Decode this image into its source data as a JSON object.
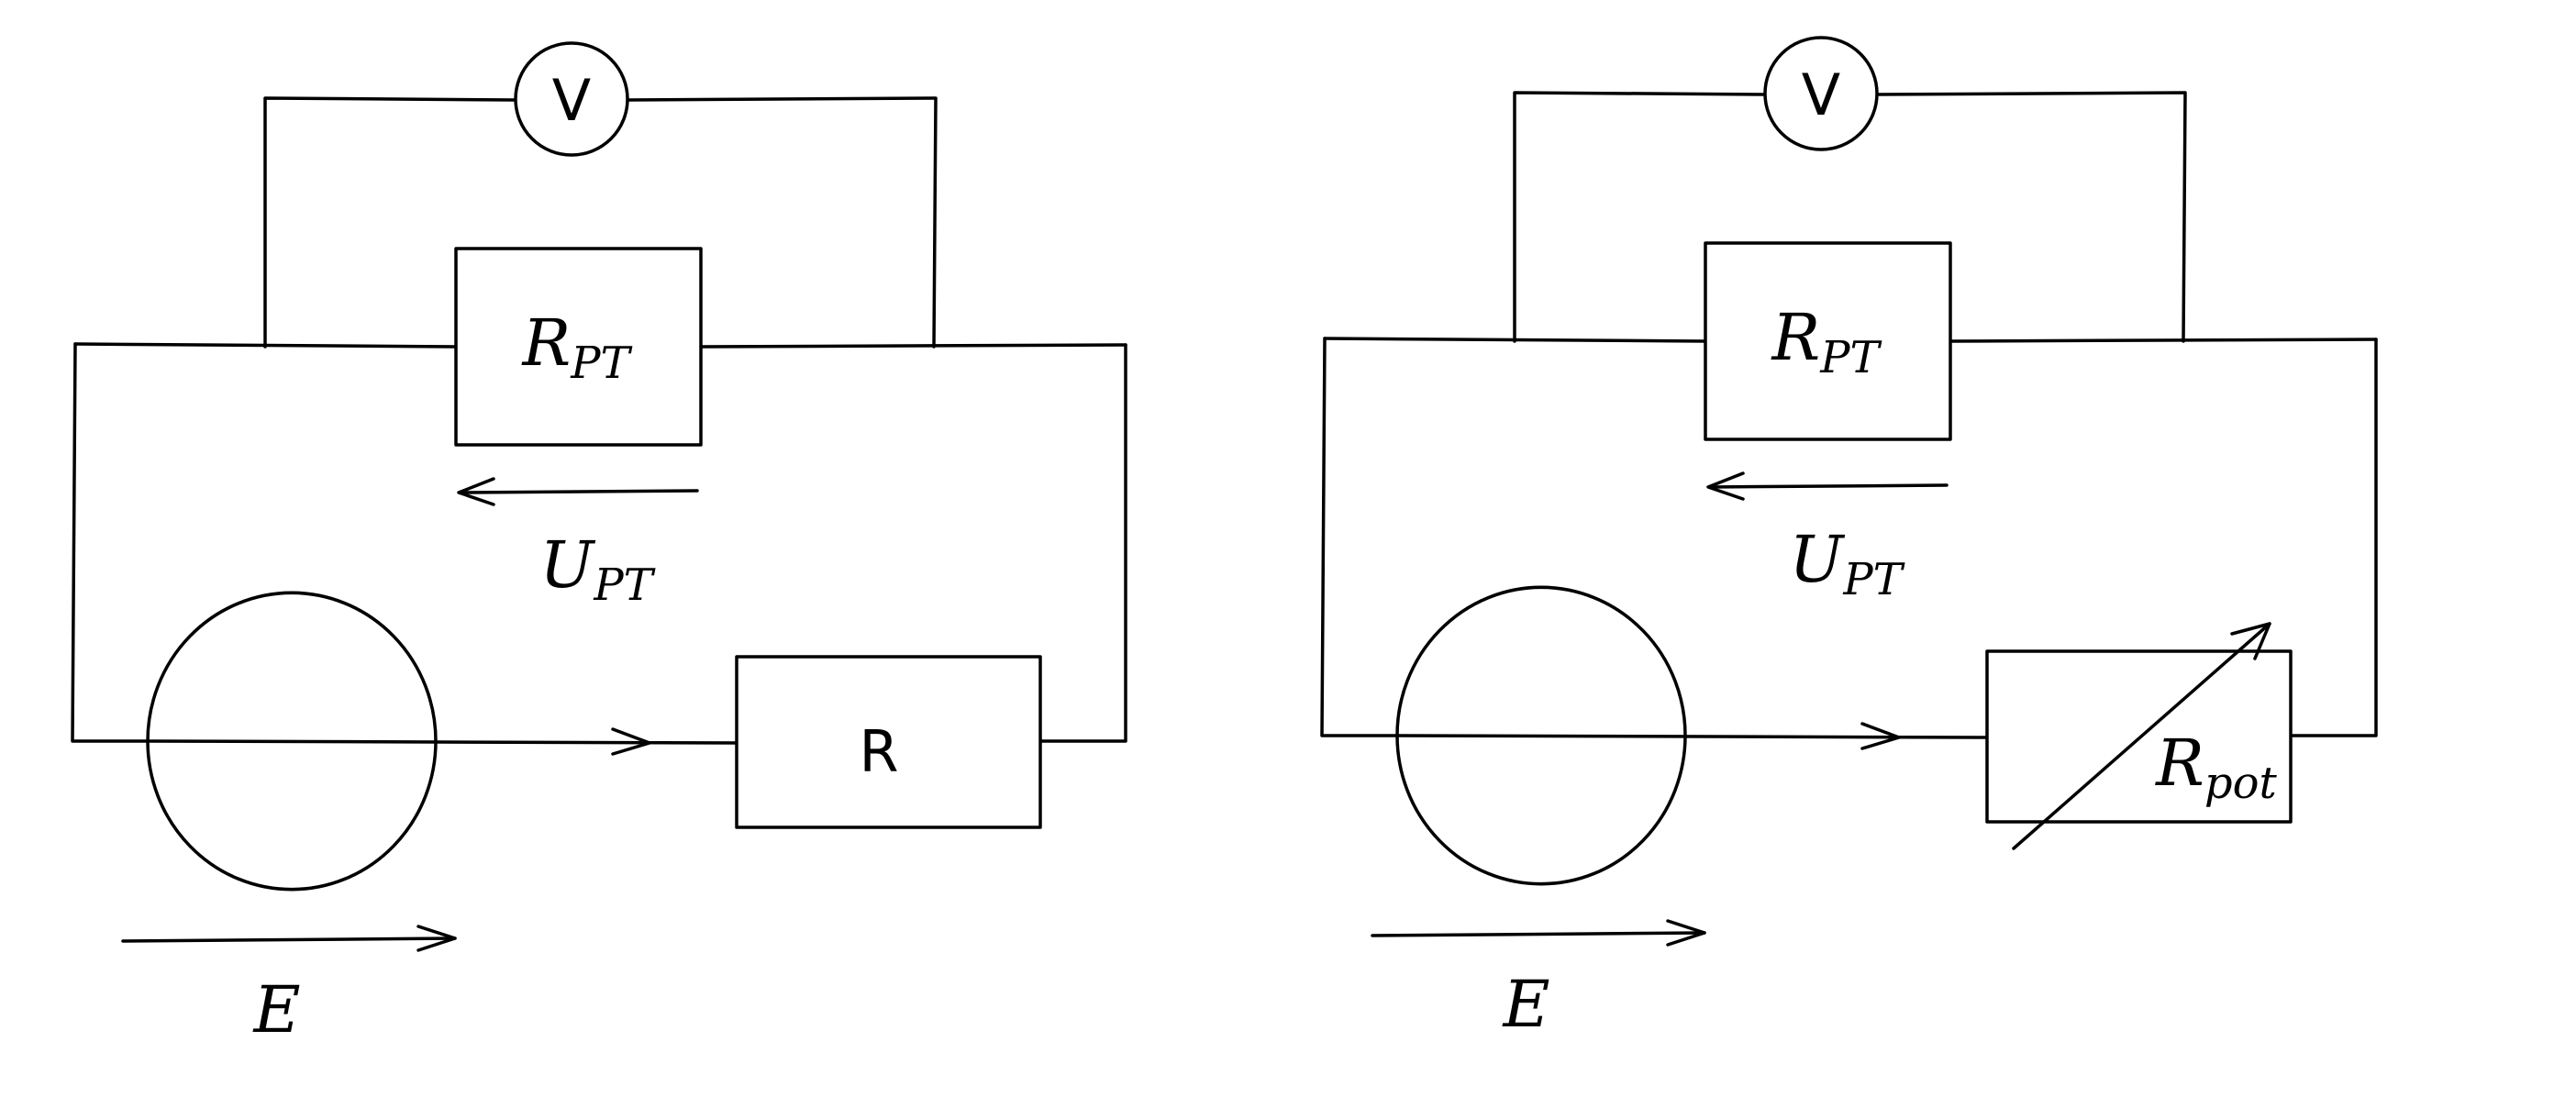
{
  "circuits": [
    {
      "voltmeter_label": "V",
      "sensor_resistor": {
        "main": "R",
        "sub": "PT"
      },
      "sensor_voltage": {
        "main": "U",
        "sub": "PT"
      },
      "source_emf": "E",
      "load_resistor": {
        "main": "R",
        "sub": ""
      },
      "load_is_variable": false
    },
    {
      "voltmeter_label": "V",
      "sensor_resistor": {
        "main": "R",
        "sub": "PT"
      },
      "sensor_voltage": {
        "main": "U",
        "sub": "PT"
      },
      "source_emf": "E",
      "load_resistor": {
        "main": "R",
        "sub": "pot"
      },
      "load_is_variable": true
    }
  ]
}
